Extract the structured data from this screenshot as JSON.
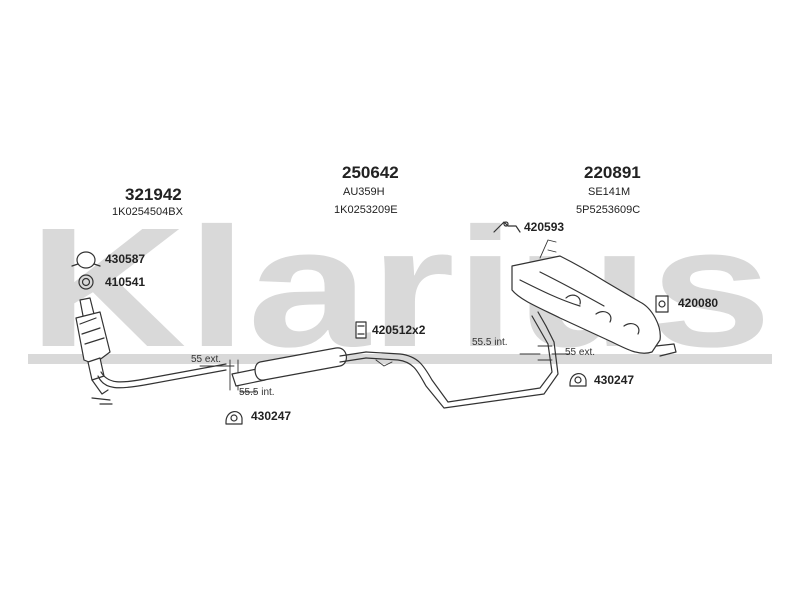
{
  "watermark": "Klarius",
  "components": [
    {
      "id": "catalyst",
      "number": "321942",
      "oem": "1K0254504BX"
    },
    {
      "id": "front-silencer",
      "number": "250642",
      "code": "AU359H",
      "oem": "1K0253209E"
    },
    {
      "id": "rear-silencer",
      "number": "220891",
      "code": "SE141M",
      "oem": "5P5253609C"
    }
  ],
  "fittings": {
    "gasket": "430587",
    "ring": "410541",
    "rubber_mount_front": "420512x2",
    "hanger_bracket": "420593",
    "rubber_mount_rear": "420080",
    "clamp_front": "430247",
    "clamp_rear": "430247"
  },
  "dimensions": {
    "front_ext": "55 ext.",
    "front_int": "55.5 int.",
    "rear_int": "55.5 int.",
    "rear_ext": "55 ext."
  },
  "colors": {
    "watermark": "#d9d9d9",
    "line": "#333333"
  }
}
